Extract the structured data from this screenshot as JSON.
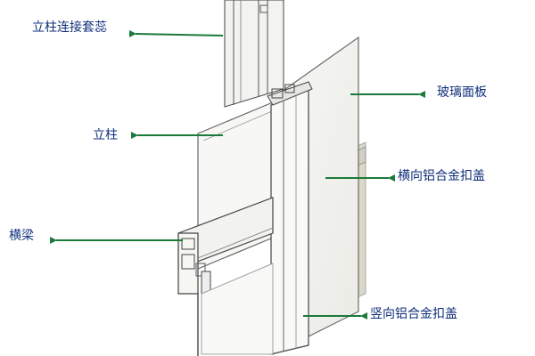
{
  "labels": {
    "connection_sleeve": "立柱连接套蕊",
    "column": "立柱",
    "beam": "横梁",
    "glass_panel": "玻璃面板",
    "horizontal_cap": "横向铝合金扣盖",
    "vertical_cap": "竖向铝合金扣盖"
  },
  "colors": {
    "label_text": "#0f2f7a",
    "leader_arrow": "#1a7a3a",
    "outline": "#4a4a4a"
  }
}
